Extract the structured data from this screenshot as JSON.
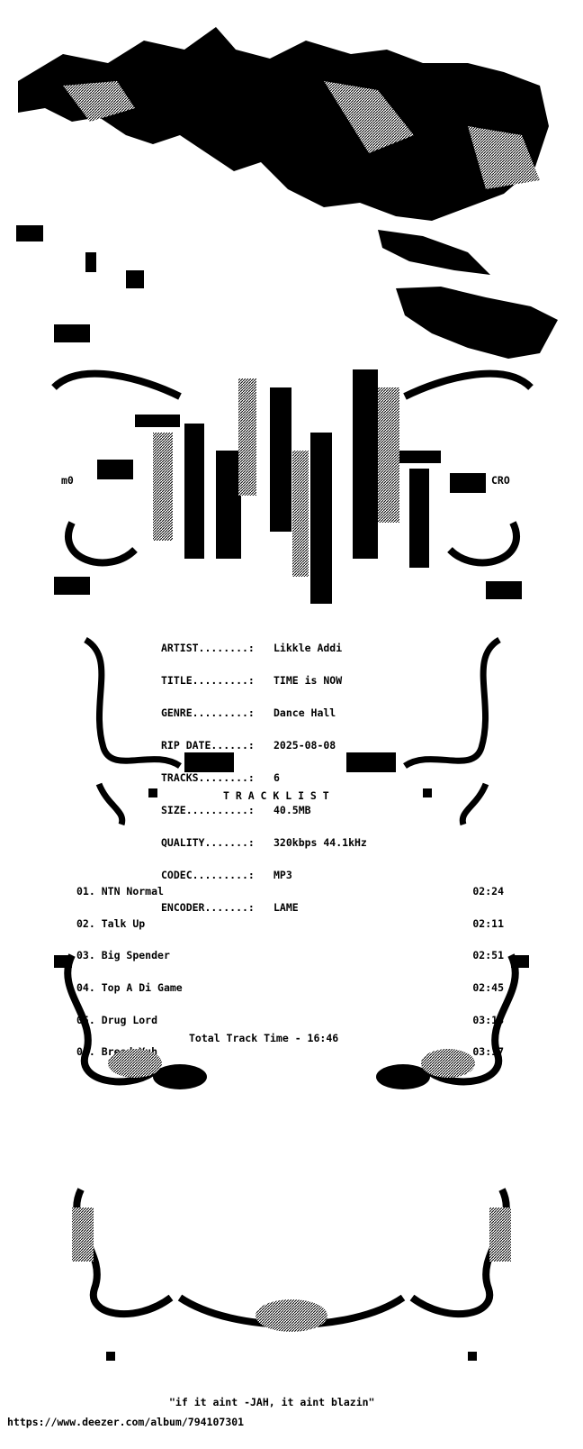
{
  "header": {
    "tag_left": "m0",
    "tag_right": "CRO"
  },
  "info": [
    {
      "label": "ARTIST........:",
      "value": "Likkle Addi"
    },
    {
      "label": "TITLE.........:",
      "value": "TIME is NOW"
    },
    {
      "label": "GENRE.........:",
      "value": "Dance Hall"
    },
    {
      "label": "RIP DATE......:",
      "value": "2025-08-08"
    },
    {
      "label": "TRACKS........:",
      "value": "6"
    },
    {
      "label": "SIZE..........:",
      "value": "40.5MB"
    },
    {
      "label": "QUALITY.......:",
      "value": "320kbps 44.1kHz"
    },
    {
      "label": "CODEC.........:",
      "value": "MP3"
    },
    {
      "label": "ENCODER.......:",
      "value": "LAME"
    }
  ],
  "tracklist_heading": "T R A C K L I S T",
  "tracks": [
    {
      "num": "01.",
      "title": "NTN Normal",
      "time": "02:24"
    },
    {
      "num": "02.",
      "title": "Talk Up",
      "time": "02:11"
    },
    {
      "num": "03.",
      "title": "Big Spender",
      "time": "02:51"
    },
    {
      "num": "04.",
      "title": "Top A Di Game",
      "time": "02:45"
    },
    {
      "num": "05.",
      "title": "Drug Lord",
      "time": "03:18"
    },
    {
      "num": "06.",
      "title": "Breed Yuh",
      "time": "03:17"
    }
  ],
  "total_time": "Total Track Time - 16:46",
  "quote": "\"if it aint -JAH, it aint blazin\"",
  "url": "https://www.deezer.com/album/794107301",
  "colors": {
    "ink": "#000000",
    "shade": "#6e6e6e",
    "paper": "#ffffff"
  }
}
